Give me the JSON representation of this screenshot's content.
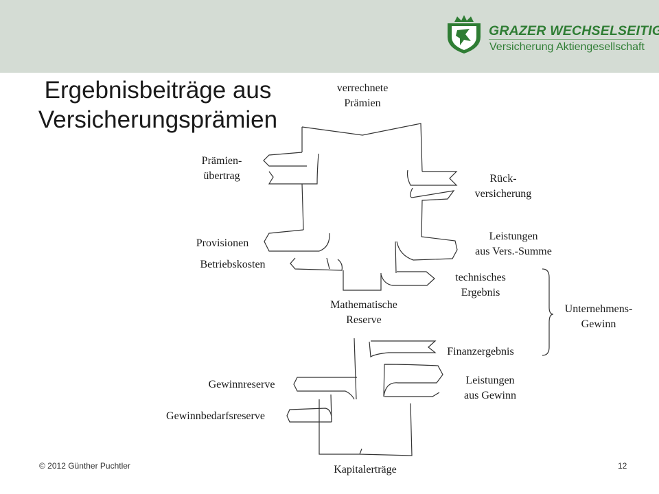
{
  "slide": {
    "title_line1": "Ergebnisbeiträge aus",
    "title_line2": "Versicherungsprämien",
    "page_number": "12",
    "copyright": "© 2012 Günther Puchtler"
  },
  "logo": {
    "name": "GRAZER WECHSELSEITIGE",
    "subtitle": "Versicherung Aktiengesellschaft",
    "icon": "coat-of-arms-panther-shield",
    "color": "#2f7d34"
  },
  "diagram": {
    "labels": {
      "verrechnete_l1": "verrechnete",
      "verrechnete_l2": "Prämien",
      "praemien_l1": "Prämien-",
      "praemien_l2": "übertrag",
      "rueck_l1": "Rück-",
      "rueck_l2": "versicherung",
      "provisionen": "Provisionen",
      "betriebskosten": "Betriebskosten",
      "leistungen_l1": "Leistungen",
      "leistungen_l2": "aus Vers.-Summe",
      "technisch_l1": "technisches",
      "technisch_l2": "Ergebnis",
      "mathe_l1": "Mathematische",
      "mathe_l2": "Reserve",
      "unternehmen_l1": "Unternehmens-",
      "unternehmen_l2": "Gewinn",
      "finanz": "Finanzergebnis",
      "gewinnreserve": "Gewinnreserve",
      "leistgewinn_l1": "Leistungen",
      "leistgewinn_l2": "aus Gewinn",
      "gewinnbedarf": "Gewinnbedarfsreserve",
      "kapital": "Kapitalerträge"
    }
  }
}
